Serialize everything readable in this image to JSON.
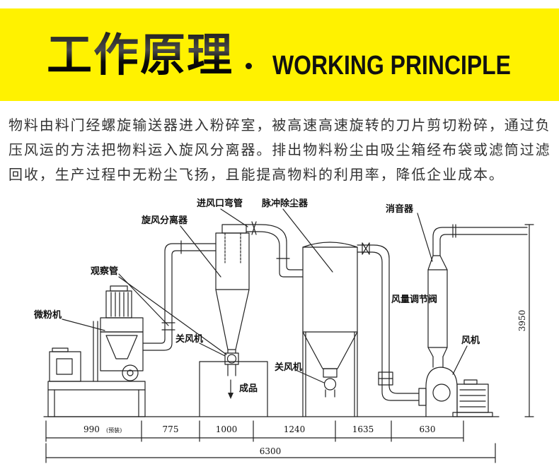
{
  "header": {
    "title_cn": "工作原理",
    "title_en": "WORKING PRINCIPLE",
    "band_color": "#FFF200",
    "text_color": "#111111"
  },
  "intro": {
    "text_color": "#333333",
    "lines": [
      "物料由料门经螺旋输送器进入粉碎室，被高速高速旋转的刀片剪切粉碎，通过负",
      "压风运的方法把物料运入旋风分离器。排出物料粉尘由吸尘箱经布袋或滤筒过滤",
      "回收，生产过程中无粉尘飞扬，且能提高物料的利用率，降低企业成本。"
    ]
  },
  "diagram": {
    "line_color": "#222222",
    "labels": {
      "inlet_elbow": "进风口弯管",
      "pulse_dust_collector": "脉冲除尘器",
      "silencer": "消音器",
      "cyclone_separator": "旋风分离器",
      "sight_tube": "观察管",
      "air_volume_damper": "风量调节阀",
      "micro_powder_mill": "微粉机",
      "airlock_cyclone": "关风机",
      "fan": "风机",
      "airlock_collector": "关风机",
      "product": "成品"
    },
    "dimensions": {
      "segments": [
        {
          "value": "990",
          "note": "(预装)"
        },
        {
          "value": "775"
        },
        {
          "value": "1000"
        },
        {
          "value": "1240"
        },
        {
          "value": "1635"
        },
        {
          "value": "630"
        }
      ],
      "total": "6300",
      "height": "3950"
    }
  }
}
